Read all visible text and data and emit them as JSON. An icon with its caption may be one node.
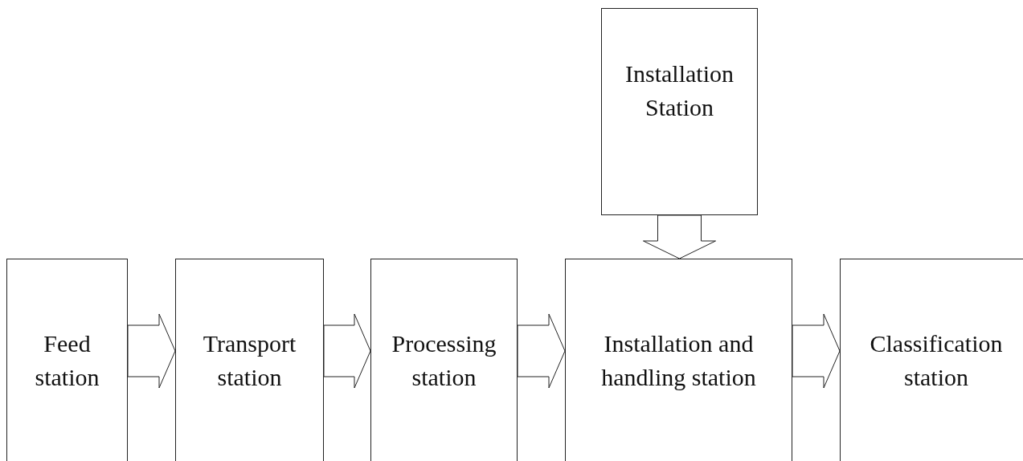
{
  "diagram": {
    "nodes": [
      {
        "text": [
          "Feed station"
        ]
      },
      {
        "text": [
          "Transport station"
        ]
      },
      {
        "text": [
          "Processing station"
        ]
      },
      {
        "text": [
          "Installation Station"
        ]
      },
      {
        "text": [
          "Installation and handling station"
        ]
      },
      {
        "text": [
          "Classification station"
        ]
      }
    ],
    "edges": [
      {
        "from": 0,
        "to": 1,
        "arrow": "to"
      },
      {
        "from": 1,
        "to": 2,
        "arrow": "to"
      },
      {
        "from": 2,
        "to": 4,
        "arrow": "to"
      },
      {
        "from": 3,
        "to": 4,
        "arrow": "to"
      },
      {
        "from": 4,
        "to": 5,
        "arrow": "to"
      }
    ]
  }
}
